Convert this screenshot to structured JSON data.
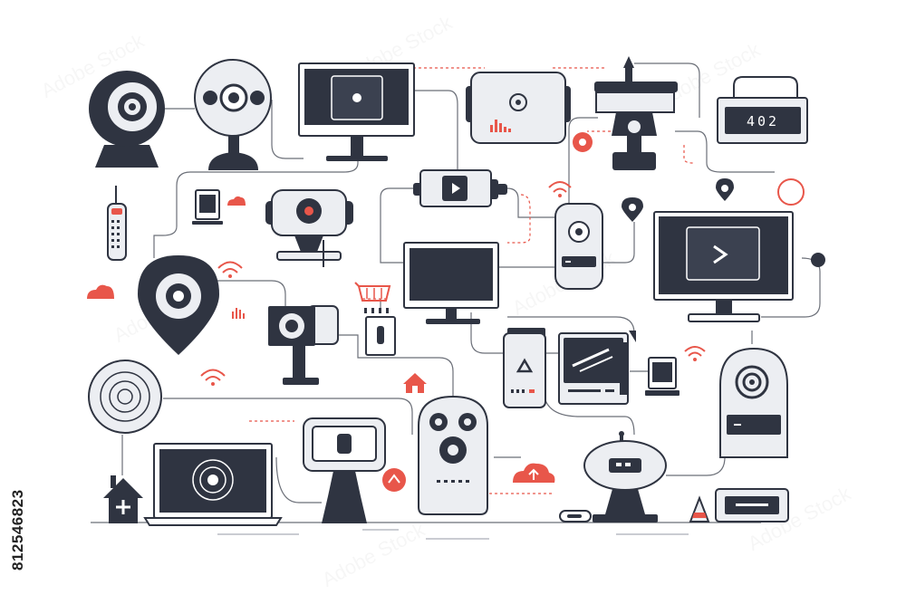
{
  "colors": {
    "navy": "#2f3441",
    "accent": "#e8564a",
    "body": "#eceef2",
    "outline": "#2f3441",
    "line": "#6b6f78"
  },
  "display": {
    "code": "402"
  },
  "stock": {
    "image_id": "812546823",
    "watermark": "Adobe Stock"
  },
  "icons": [
    "webcam-icon",
    "camera-icon",
    "monitor-icon",
    "projector-icon",
    "cctv-icon",
    "lock-icon",
    "remote-icon",
    "tablet-icon",
    "cloud-icon",
    "wifi-icon",
    "location-pin-icon",
    "media-hub-icon",
    "speaker-icon",
    "tv-icon",
    "basket-icon",
    "door-sensor-icon",
    "smoke-detector-icon",
    "laptop-icon",
    "home-icon",
    "robot-icon",
    "gauge-icon",
    "router-icon"
  ]
}
